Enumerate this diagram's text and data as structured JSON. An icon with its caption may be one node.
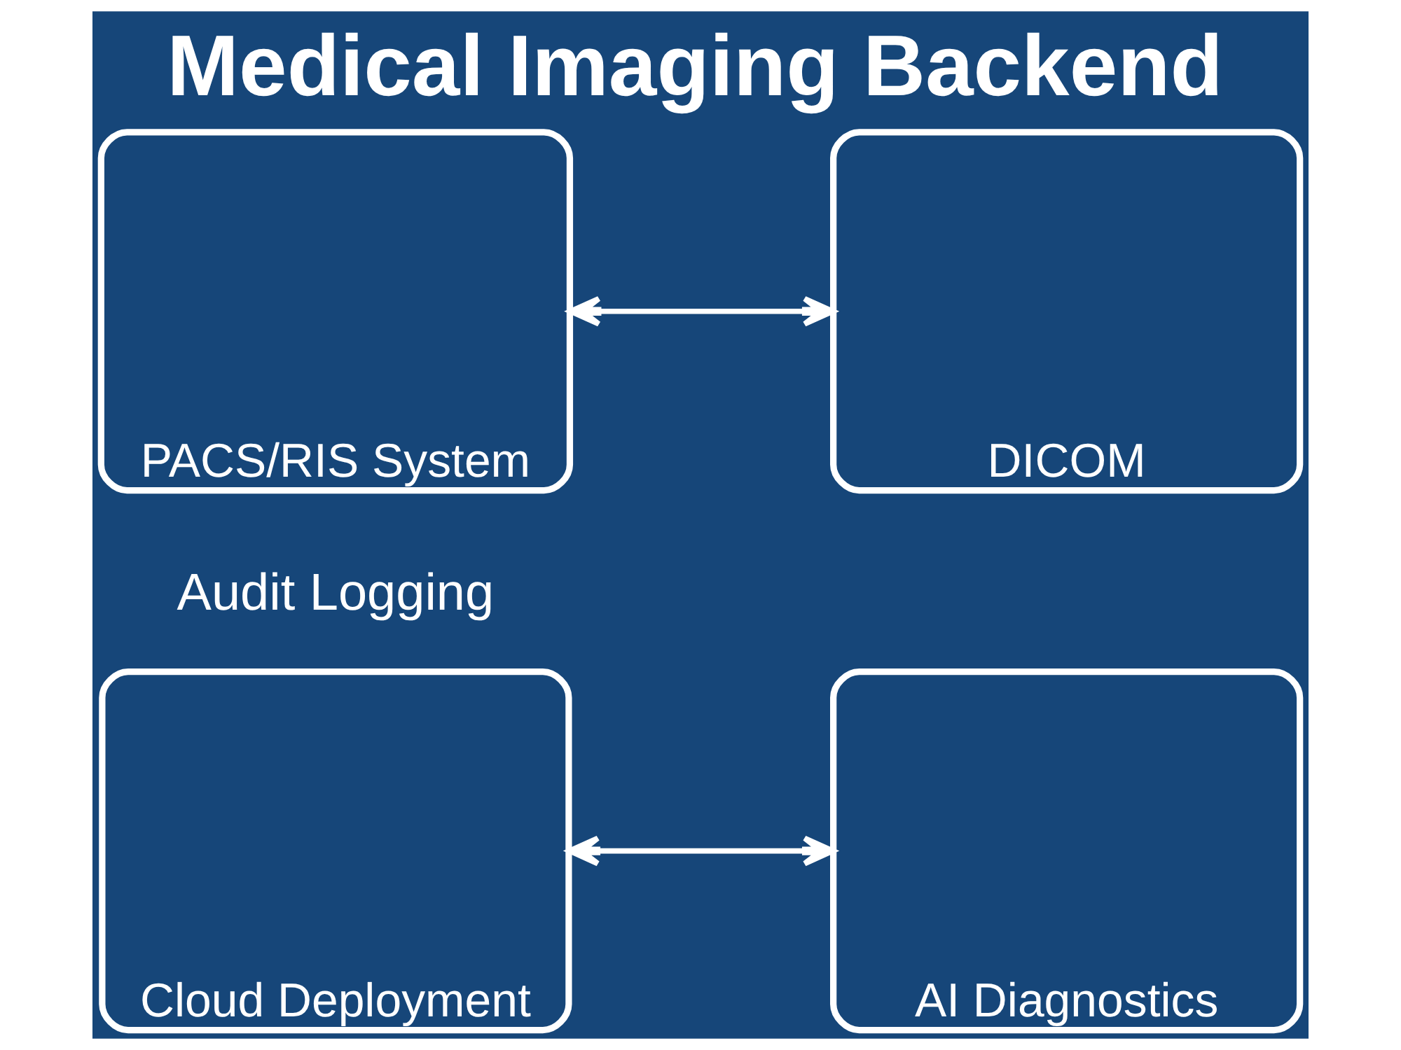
{
  "diagram": {
    "title": "Medical Imaging Backend",
    "nodes": [
      {
        "text": [
          "PACS/RIS System"
        ]
      },
      {
        "text": [
          "DICOM"
        ]
      },
      {
        "text": [
          "Cloud Deployment"
        ]
      },
      {
        "text": [
          "AI Diagnostics"
        ]
      }
    ],
    "edges": [
      {
        "from": 0,
        "to": 1,
        "arrow": "both"
      },
      {
        "from": 2,
        "to": 3,
        "arrow": "both"
      }
    ],
    "labels": [
      "Audit Logging"
    ]
  }
}
